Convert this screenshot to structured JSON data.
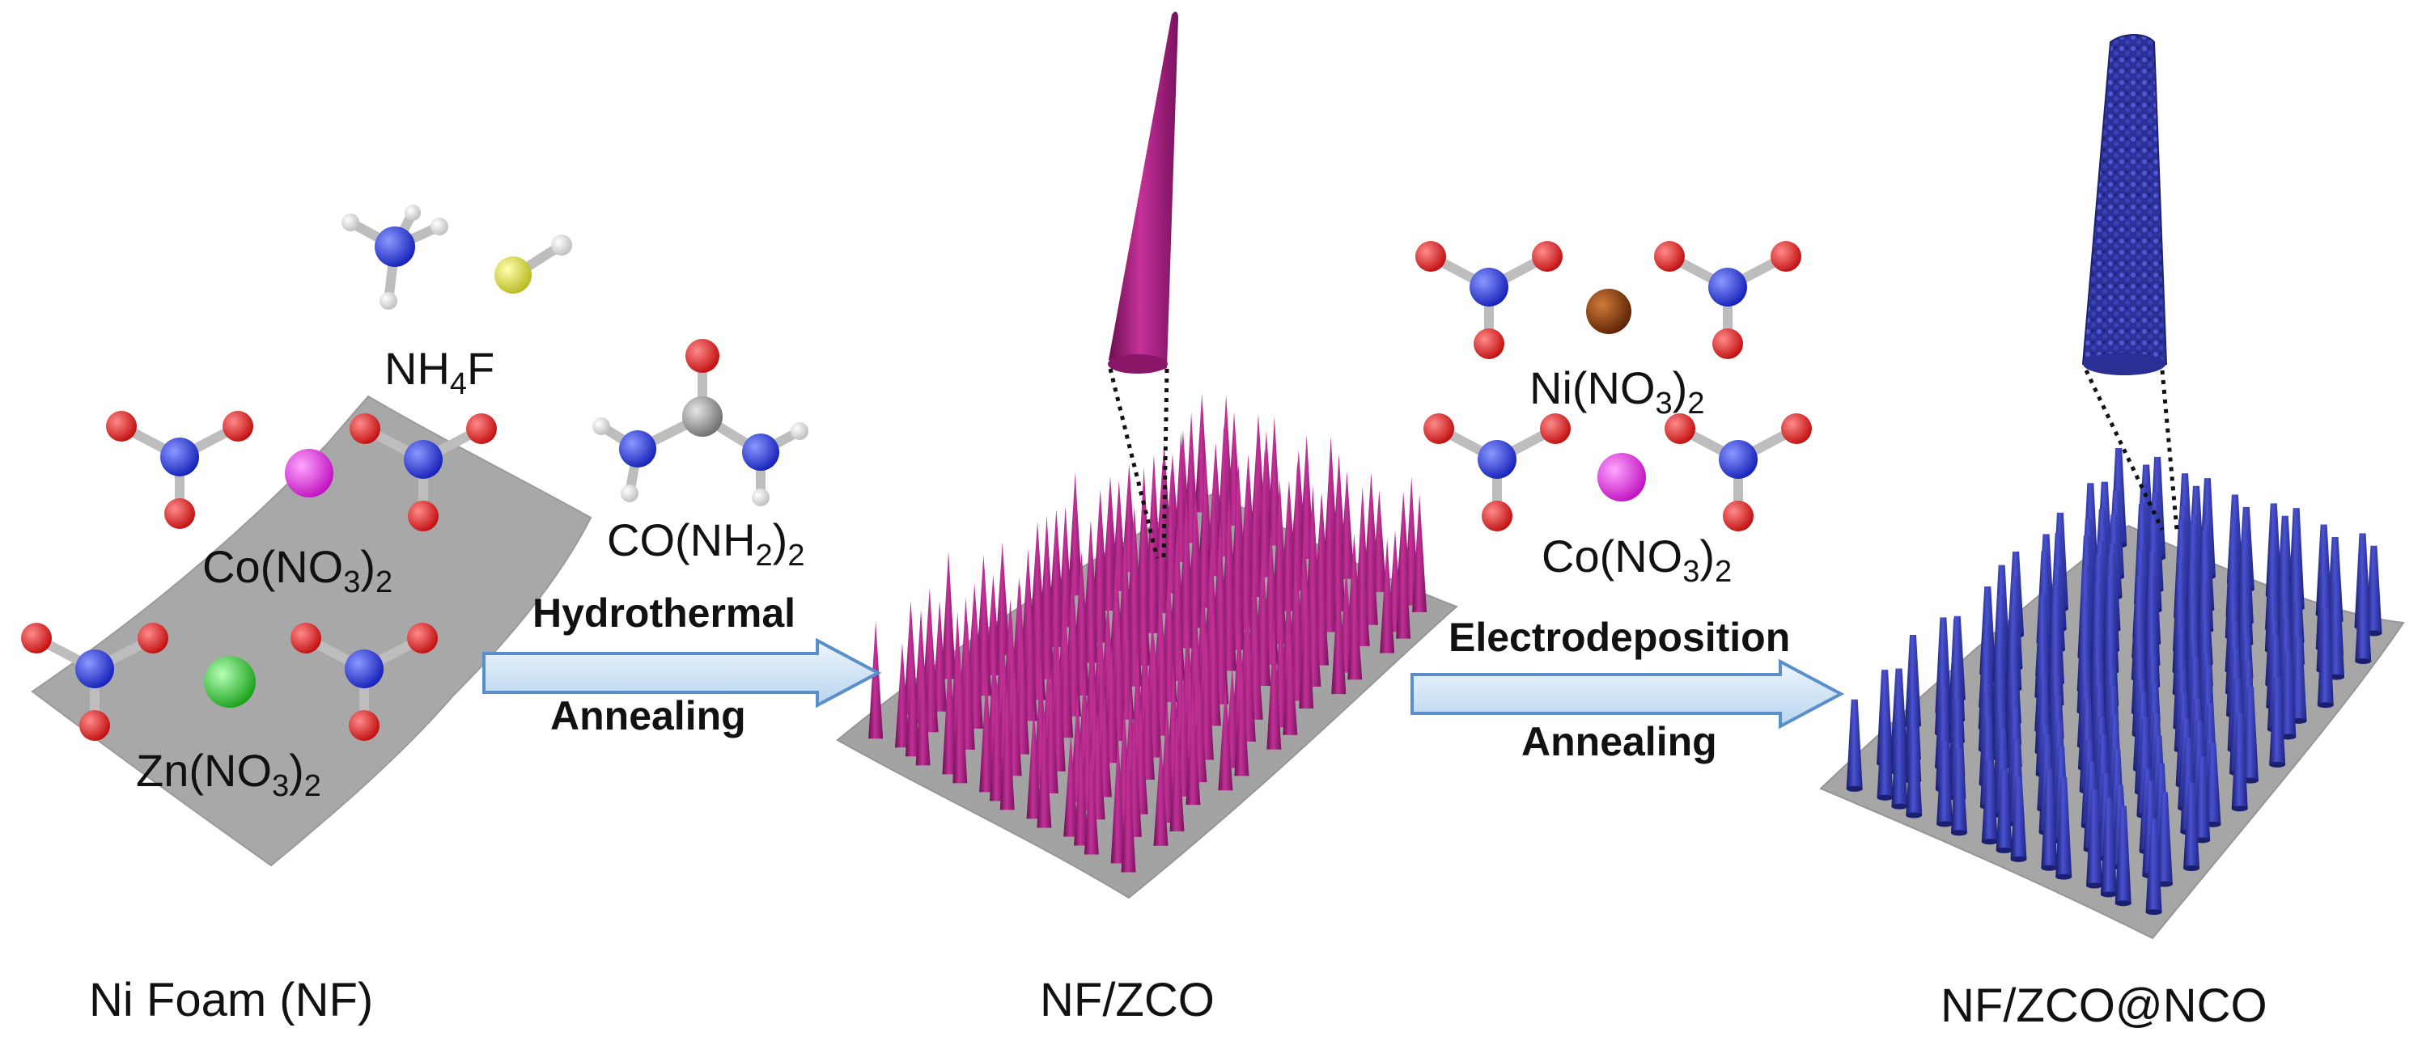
{
  "labels": {
    "nh4f": {
      "base": "NH",
      "sub": "4",
      "tail": "F"
    },
    "urea": {
      "base": "CO(NH",
      "sub": "2",
      "tail": ")",
      "sub2": "2"
    },
    "co_nitrate_1": {
      "base": "Co(NO",
      "sub": "3",
      "tail": ")",
      "sub2": "2"
    },
    "zn_nitrate": {
      "base": "Zn(NO",
      "sub": "3",
      "tail": ")",
      "sub2": "2"
    },
    "ni_nitrate": {
      "base": "Ni(NO",
      "sub": "3",
      "tail": ")",
      "sub2": "2"
    },
    "co_nitrate_2": {
      "base": "Co(NO",
      "sub": "3",
      "tail": ")",
      "sub2": "2"
    }
  },
  "steps": {
    "step1_top": "Hydrothermal",
    "step1_bottom": "Annealing",
    "step2_top": "Electrodeposition",
    "step2_bottom": "Annealing"
  },
  "captions": {
    "stage1": "Ni Foam (NF)",
    "stage2": "NF/ZCO",
    "stage3": "NF/ZCO@NCO"
  },
  "colors": {
    "nitrogen": "#1c2fe0",
    "oxygen": "#e01a1a",
    "hydrogen": "#ffffff",
    "carbon": "#9a9a9a",
    "fluorine": "#e8e84a",
    "cobalt": "#e020e0",
    "zinc": "#2ec82e",
    "nickel": "#8a3a0a",
    "foam": "#a9a9a9",
    "zco_spike": "#a0197a",
    "nco_spike": "#2a2f9a",
    "arrow_fill": "#cfe3f5",
    "arrow_stroke": "#5b8fc9"
  }
}
